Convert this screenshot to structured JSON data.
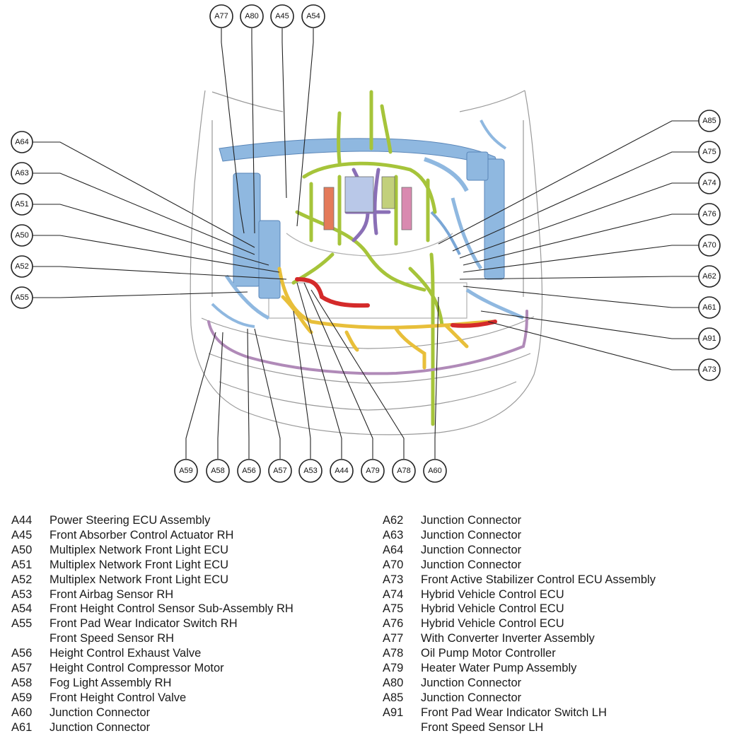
{
  "colors": {
    "harness_blue": "#8fb8e0",
    "harness_green": "#a6c43a",
    "harness_yellow": "#e8bf3a",
    "harness_purple": "#8a6fb6",
    "harness_red": "#d42a2a",
    "harness_pink": "#d98ab0",
    "outline": "#9a9a9a"
  },
  "callouts": [
    {
      "id": "A77"
    },
    {
      "id": "A80"
    },
    {
      "id": "A45"
    },
    {
      "id": "A54"
    },
    {
      "id": "A64"
    },
    {
      "id": "A63"
    },
    {
      "id": "A51"
    },
    {
      "id": "A50"
    },
    {
      "id": "A52"
    },
    {
      "id": "A55"
    },
    {
      "id": "A85"
    },
    {
      "id": "A75"
    },
    {
      "id": "A74"
    },
    {
      "id": "A76"
    },
    {
      "id": "A70"
    },
    {
      "id": "A62"
    },
    {
      "id": "A61"
    },
    {
      "id": "A91"
    },
    {
      "id": "A73"
    },
    {
      "id": "A59"
    },
    {
      "id": "A58"
    },
    {
      "id": "A56"
    },
    {
      "id": "A57"
    },
    {
      "id": "A53"
    },
    {
      "id": "A44"
    },
    {
      "id": "A79"
    },
    {
      "id": "A78"
    },
    {
      "id": "A60"
    }
  ],
  "legend": {
    "left": [
      {
        "code": "A44",
        "desc": "Power Steering ECU Assembly"
      },
      {
        "code": "A45",
        "desc": "Front Absorber Control Actuator RH"
      },
      {
        "code": "A50",
        "desc": "Multiplex Network Front Light ECU"
      },
      {
        "code": "A51",
        "desc": "Multiplex Network Front Light ECU"
      },
      {
        "code": "A52",
        "desc": "Multiplex Network Front Light ECU"
      },
      {
        "code": "A53",
        "desc": "Front Airbag Sensor RH"
      },
      {
        "code": "A54",
        "desc": "Front Height Control Sensor Sub-Assembly RH"
      },
      {
        "code": "A55",
        "desc": "Front Pad Wear Indicator Switch RH"
      },
      {
        "code": "",
        "desc": "Front Speed Sensor RH"
      },
      {
        "code": "A56",
        "desc": "Height Control Exhaust Valve"
      },
      {
        "code": "A57",
        "desc": "Height Control Compressor Motor"
      },
      {
        "code": "A58",
        "desc": "Fog Light Assembly RH"
      },
      {
        "code": "A59",
        "desc": "Front Height Control Valve"
      },
      {
        "code": "A60",
        "desc": "Junction Connector"
      },
      {
        "code": "A61",
        "desc": "Junction Connector"
      }
    ],
    "right": [
      {
        "code": "A62",
        "desc": "Junction Connector"
      },
      {
        "code": "A63",
        "desc": "Junction Connector"
      },
      {
        "code": "A64",
        "desc": "Junction Connector"
      },
      {
        "code": "A70",
        "desc": "Junction Connector"
      },
      {
        "code": "A73",
        "desc": "Front Active Stabilizer Control ECU Assembly"
      },
      {
        "code": "A74",
        "desc": "Hybrid Vehicle Control ECU"
      },
      {
        "code": "A75",
        "desc": "Hybrid Vehicle Control ECU"
      },
      {
        "code": "A76",
        "desc": "Hybrid Vehicle Control ECU"
      },
      {
        "code": "A77",
        "desc": "With Converter Inverter Assembly"
      },
      {
        "code": "A78",
        "desc": "Oil Pump Motor Controller"
      },
      {
        "code": "A79",
        "desc": "Heater Water Pump Assembly"
      },
      {
        "code": "A80",
        "desc": "Junction Connector"
      },
      {
        "code": "A85",
        "desc": "Junction Connector"
      },
      {
        "code": "A91",
        "desc": "Front Pad Wear Indicator Switch LH"
      },
      {
        "code": "",
        "desc": "Front Speed Sensor LH"
      }
    ]
  }
}
